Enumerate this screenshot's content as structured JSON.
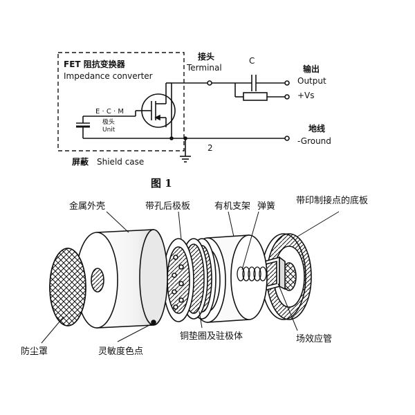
{
  "figure1": {
    "caption": "图 1",
    "fet_box_title_cn": "FET 阻抗变换器",
    "fet_box_title_en": "Impedance converter",
    "ecm_label": "E · C · M",
    "capsule_cn": "极头",
    "capsule_en": "Unit",
    "terminal_cn": "接头",
    "terminal_en": "Terminal",
    "capacitor_label": "C",
    "output_cn": "输出",
    "output_en": "Output",
    "vs_label": "+Vs",
    "ground_cn": "地线",
    "ground_en": "-Ground",
    "pin_number": "2",
    "shield_cn": "屏蔽",
    "shield_en": "Shield case"
  },
  "figure2": {
    "metal_shell": "金属外壳",
    "perforated_backplate": "带孔后极板",
    "organic_support": "有机支架",
    "spring": "弹簧",
    "pcb_with_contacts": "带印制接点的底板",
    "dust_cover": "防尘罩",
    "sensitivity_color_dot": "灵敏度色点",
    "copper_ring_diaphragm": "铜垫圈及驻极体",
    "fet": "场效应管"
  }
}
